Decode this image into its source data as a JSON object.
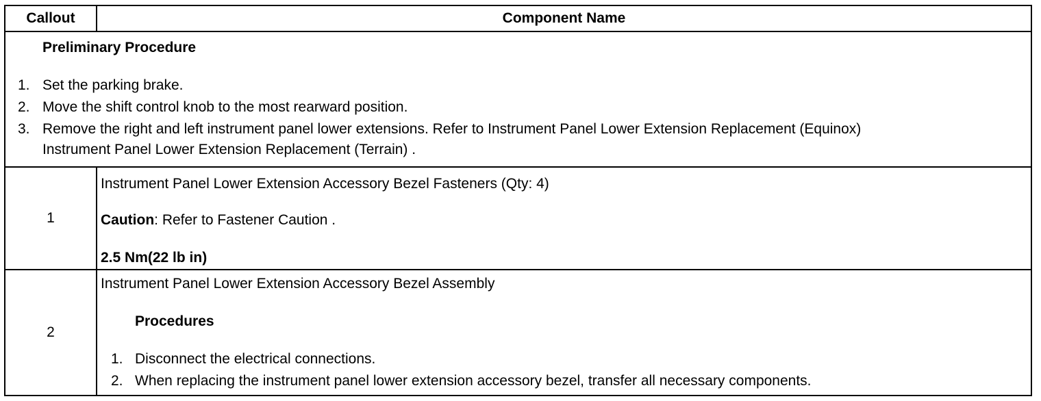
{
  "table": {
    "headers": [
      "Callout",
      "Component Name"
    ],
    "preliminary": {
      "title": "Preliminary Procedure",
      "steps": [
        {
          "num": "1.",
          "text": "Set the parking brake."
        },
        {
          "num": "2.",
          "text": "Move the shift control knob to the most rearward position."
        },
        {
          "num": "3.",
          "text": "Remove the right and left instrument panel lower extensions. Refer to Instrument Panel Lower Extension Replacement (Equinox)",
          "text2": "Instrument Panel Lower Extension Replacement (Terrain) ."
        }
      ]
    },
    "rows": [
      {
        "callout": "1",
        "name": "Instrument Panel Lower Extension Accessory Bezel Fasteners (Qty: 4)",
        "caution_label": "Caution",
        "caution_text": ": Refer to Fastener Caution .",
        "torque": "2.5 Nm(22 lb in)"
      },
      {
        "callout": "2",
        "name": "Instrument Panel Lower Extension Accessory Bezel Assembly",
        "procedures_title": "Procedures",
        "steps": [
          {
            "num": "1.",
            "text": "Disconnect the electrical connections."
          },
          {
            "num": "2.",
            "text": "When replacing the instrument panel lower extension accessory bezel, transfer all necessary components."
          }
        ]
      }
    ]
  }
}
